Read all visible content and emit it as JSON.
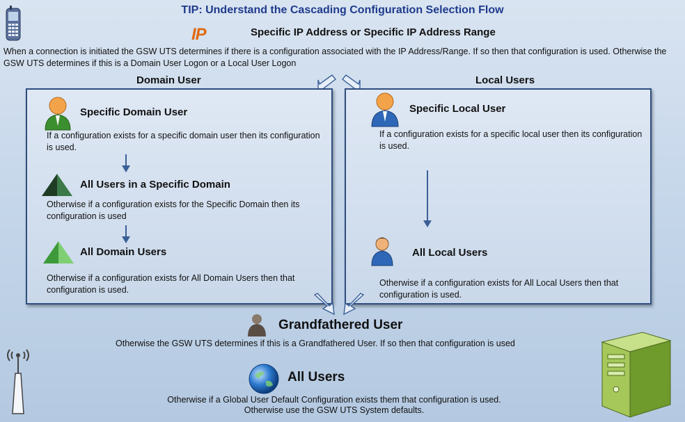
{
  "tip_title": "TIP: Understand the Cascading Configuration Selection Flow",
  "ip_logo": "IP",
  "ip_heading": "Specific IP Address or Specific IP Address Range",
  "intro_text": "When a connection is initiated the GSW UTS determines if there is a configuration associated with the IP Address/Range. If so then that configuration is used. Otherwise the GSW UTS determines if this is a Domain User Logon or a Local User Logon",
  "domain_column": {
    "header": "Domain User",
    "steps": [
      {
        "icon": "user-green-icon",
        "title": "Specific Domain User",
        "text": "If a configuration exists for a specific domain user then its configuration is used."
      },
      {
        "icon": "pyramid-dark-icon",
        "title": "All Users in a Specific Domain",
        "text": "Otherwise if a configuration exists for the Specific Domain then its configuration is used"
      },
      {
        "icon": "pyramid-green-icon",
        "title": "All Domain Users",
        "text": "Otherwise if a configuration exists for All Domain Users then that configuration is used."
      }
    ]
  },
  "local_column": {
    "header": "Local Users",
    "steps": [
      {
        "icon": "user-blue-icon",
        "title": "Specific Local User",
        "text": "If a configuration exists for a specific local  user then its configuration is used."
      },
      {
        "icon": "user-local-icon",
        "title": "All Local Users",
        "text": "Otherwise if a configuration exists for All Local Users then that configuration is used."
      }
    ]
  },
  "grandfathered": {
    "title": "Grandfathered User",
    "text": "Otherwise the GSW UTS determines if this is a Grandfathered User. If so then that configuration is used"
  },
  "all_users": {
    "title": "All Users",
    "text_line1": "Otherwise if a  Global User Default Configuration exists them that configuration is used.",
    "text_line2": "Otherwise use the GSW  UTS System defaults."
  },
  "colors": {
    "title": "#1f3b8c",
    "ip_logo": "#e06a12",
    "panel_border": "#2f4d7e",
    "arrow": "#3a5f97"
  }
}
